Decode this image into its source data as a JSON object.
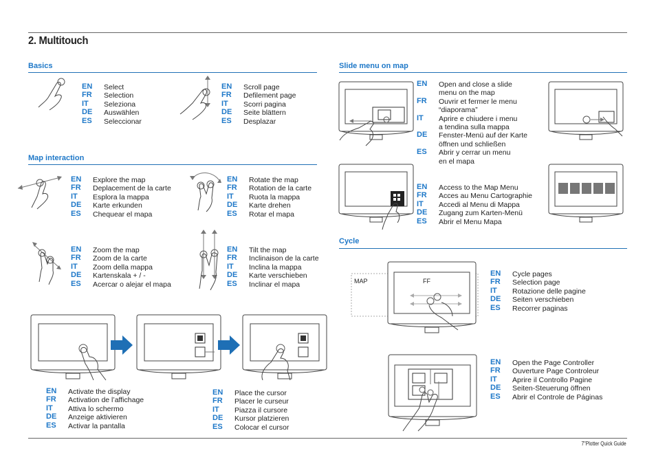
{
  "title": "2. Multitouch",
  "footer": "7\"Plotter Quick Guide",
  "sections": {
    "basics": "Basics",
    "map_interaction": "Map interaction",
    "slide_menu": "Slide menu on map",
    "cycle": "Cycle"
  },
  "langs": [
    "EN",
    "FR",
    "IT",
    "DE",
    "ES"
  ],
  "blocks": {
    "select": [
      "Select",
      "Selection",
      "Seleziona",
      "Auswählen",
      "Seleccionar"
    ],
    "scroll": [
      "Scroll page",
      "Defilement page",
      "Scorri pagina",
      "Seite blättern",
      "Desplazar"
    ],
    "explore": [
      "Explore the map",
      "Deplacement de la carte",
      "Esplora la mappa",
      "Karte erkunden",
      "Chequear el mapa"
    ],
    "rotate": [
      "Rotate the map",
      "Rotation de la carte",
      "Ruota la mappa",
      "Karte drehen",
      "Rotar el mapa"
    ],
    "zoom": [
      "Zoom the map",
      "Zoom de la carte",
      "Zoom della mappa",
      "Kartenskala + / -",
      "Acercar o alejar el mapa"
    ],
    "tilt": [
      "Tilt the map",
      "Inclinaison de la carte",
      "Inclina la mappa",
      "Karte verschieben",
      "Inclinar el mapa"
    ],
    "activate": [
      "Activate the display",
      "Activation de l’affichage",
      "Attiva lo schermo",
      "Anzeige aktivieren",
      "Activar la pantalla"
    ],
    "cursor": [
      "Place the cursor",
      "Placer le curseur",
      "Piazza il cursore",
      "Kursor platzieren",
      "Colocar el cursor"
    ],
    "slide": [
      "Open and close a slide\nmenu on the map",
      "Ouvrir et fermer le menu\n“diaporama”",
      "Aprire e chiudere i menu\na tendina sulla mappa",
      "Fenster-Menü auf der Karte\nöffnen und schließen",
      "Abrir y cerrar un menu\nen el mapa"
    ],
    "mapmenu": [
      "Access to the Map Menu",
      "Acces au Menu Cartographie",
      "Accedi al Menu di Mappa",
      "Zugang zum Karten-Menü",
      "Abrir el Menu Mapa"
    ],
    "cycle": [
      "Cycle pages",
      "Selection page",
      "Rotazione delle pagine",
      "Seiten verschieben",
      "Recorrer paginas"
    ],
    "pagectrl": [
      "Open the Page Controller",
      "Ouverture Page Controleur",
      "Aprire il Controllo Pagine",
      "Seiten-Steuerung öffnen",
      "Abrir el Controle de Páginas"
    ]
  },
  "cycle_labels": {
    "map": "MAP",
    "ff": "FF"
  },
  "colors": {
    "accent": "#1e78c8",
    "arrow": "#1e6fb5",
    "text": "#222222"
  },
  "icons": [
    "hand-tap-icon",
    "hand-drag-icon",
    "display-device-icon",
    "arrow-right-icon",
    "menu-grid-icon"
  ]
}
